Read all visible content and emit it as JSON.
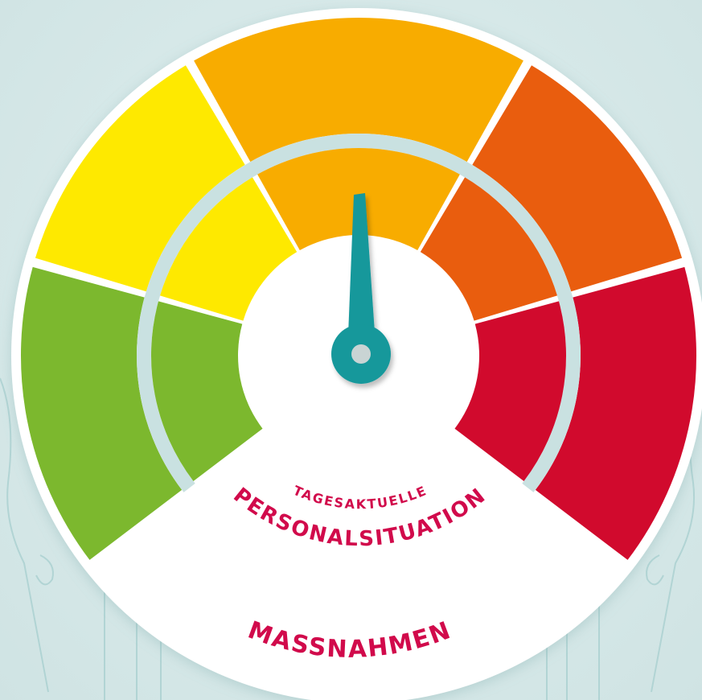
{
  "gauge": {
    "labels": {
      "inner_top": "TAGESAKTUELLE",
      "inner_main": "PERSONALSITUATION",
      "outer_main": "MASSNAHMEN"
    },
    "segments": [
      {
        "name": "green",
        "color": "#7cb82e"
      },
      {
        "name": "yellow",
        "color": "#fee900"
      },
      {
        "name": "amber",
        "color": "#f8ac00"
      },
      {
        "name": "orange",
        "color": "#e95d0e"
      },
      {
        "name": "red",
        "color": "#d10a2d"
      }
    ],
    "needle_position": "amber",
    "colors": {
      "text": "#d10a4b",
      "needle": "#14989b",
      "needle_dark": "#0e7477",
      "ring_light": "#c9e1e1",
      "face": "#ffffff",
      "background": "#d8e9e9"
    }
  }
}
